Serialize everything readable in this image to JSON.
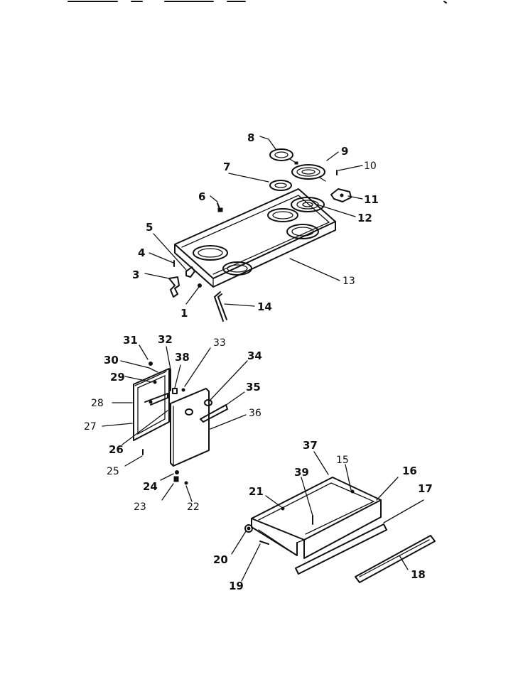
{
  "callouts": {
    "c1": "1",
    "c3": "3",
    "c4": "4",
    "c5": "5",
    "c6": "6",
    "c7": "7",
    "c8": "8",
    "c9": "9",
    "c10": "10",
    "c11": "11",
    "c12": "12",
    "c13": "13",
    "c14": "14",
    "c15": "15",
    "c16": "16",
    "c17": "17",
    "c18": "18",
    "c19": "19",
    "c20": "20",
    "c21": "21",
    "c22": "22",
    "c23": "23",
    "c24": "24",
    "c25": "25",
    "c26": "26",
    "c27": "27",
    "c28": "28",
    "c29": "29",
    "c30": "30",
    "c31": "31",
    "c32": "32",
    "c33": "33",
    "c34": "34",
    "c35": "35",
    "c36": "36",
    "c37": "37",
    "c38": "38",
    "c39": "39"
  }
}
